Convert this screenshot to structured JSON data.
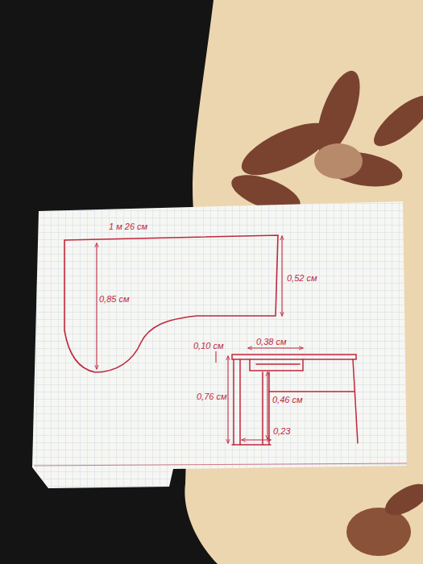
{
  "diagram": {
    "labels": [
      "1 м 26 см",
      "0,85 см",
      "0,52 см",
      "0,10 см",
      "0,38 см",
      "0,76 см",
      "0,46 см",
      "0,23"
    ]
  }
}
